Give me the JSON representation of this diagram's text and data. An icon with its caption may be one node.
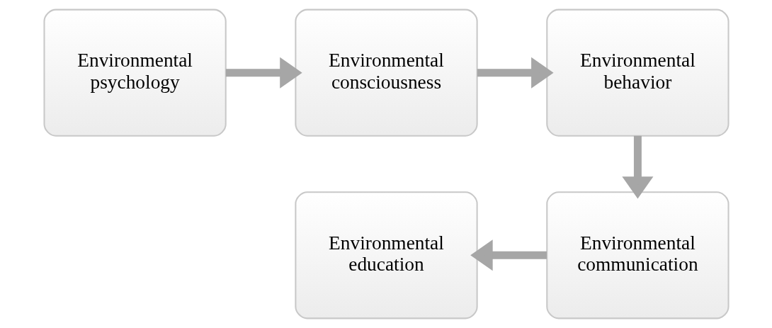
{
  "diagram": {
    "nodes": [
      {
        "text": [
          "Environmental psychology"
        ]
      },
      {
        "text": [
          "Environmental consciousness"
        ]
      },
      {
        "text": [
          "Environmental behavior"
        ]
      },
      {
        "text": [
          "Environmental communication"
        ]
      },
      {
        "text": [
          "Environmental education"
        ]
      }
    ],
    "edges": [
      {
        "from": 0,
        "to": 1,
        "arrow": "to"
      },
      {
        "from": 1,
        "to": 2,
        "arrow": "to"
      },
      {
        "from": 2,
        "to": 3,
        "arrow": "to"
      },
      {
        "from": 3,
        "to": 4,
        "arrow": "to"
      }
    ]
  }
}
